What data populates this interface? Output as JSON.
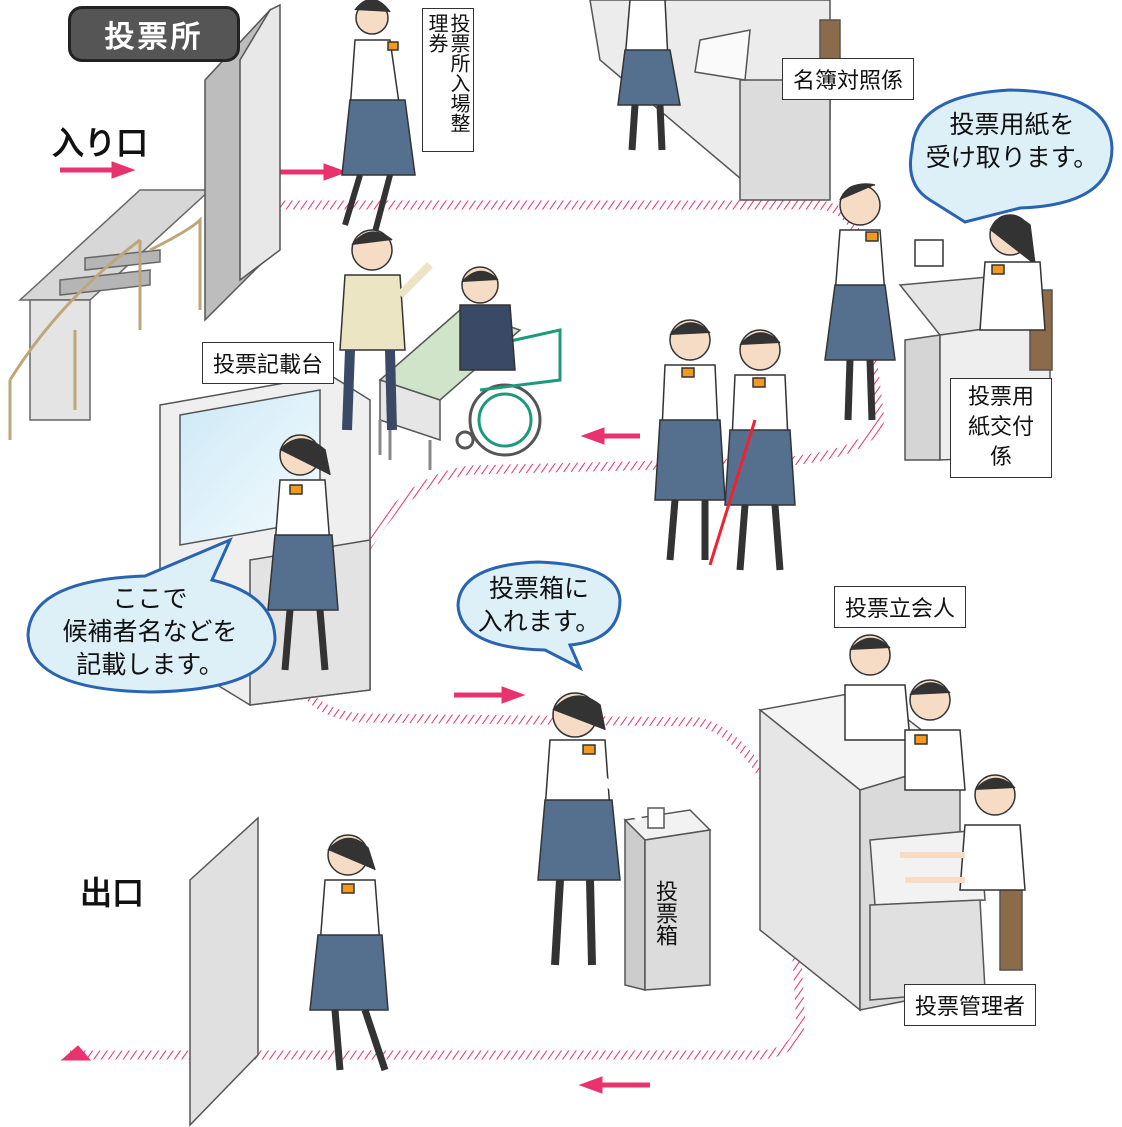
{
  "place_title": "投票所",
  "entrance_label": "入り口",
  "exit_label": "出口",
  "ticket_label": "投票所入場整理券",
  "roles": {
    "register_clerk": "名簿対照係",
    "ballot_issuer": "投票用紙交付係",
    "writing_desk": "投票記載台",
    "witnesses": "投票立会人",
    "manager": "投票管理者",
    "ballot_box": "投票箱"
  },
  "bubbles": {
    "receive_line1": "投票用紙を",
    "receive_line2": "受け取ります。",
    "write_line1": "ここで",
    "write_line2": "候補者名などを",
    "write_line3": "記載します。",
    "insert_line1": "投票箱に",
    "insert_line2": "入れます。"
  },
  "colors": {
    "arrow": "#e8336e",
    "bubble_fill": "#ddf0f8",
    "bubble_stroke": "#2a64b0",
    "skirt": "#55708f",
    "ribbon": "#f39a1e",
    "wheelchair": "#1d9a7c"
  }
}
